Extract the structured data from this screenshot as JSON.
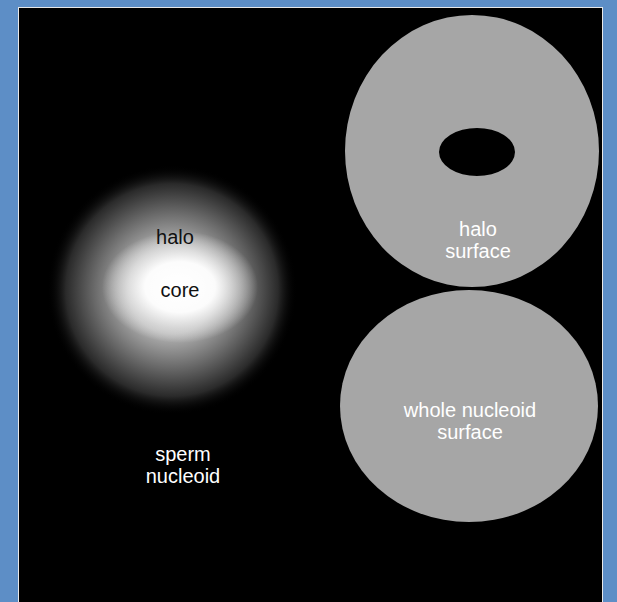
{
  "diagram": {
    "nodes": [
      {
        "text": [
          "halo"
        ]
      },
      {
        "text": [
          "core"
        ],
        "in": 0
      },
      {
        "text": [
          "halo surface"
        ]
      },
      {
        "text": [
          "whole nucleoid surface"
        ]
      }
    ],
    "labels": [
      "sperm nucleoid"
    ]
  }
}
